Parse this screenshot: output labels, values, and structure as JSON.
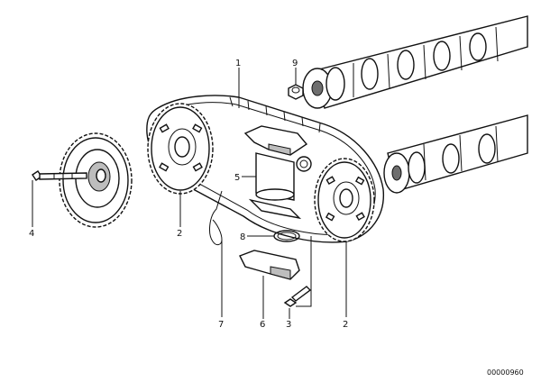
{
  "diagram": {
    "callouts": [
      {
        "id": "c1",
        "text": "1"
      },
      {
        "id": "c9",
        "text": "9"
      },
      {
        "id": "c5",
        "text": "5"
      },
      {
        "id": "c4",
        "text": "4"
      },
      {
        "id": "c2a",
        "text": "2"
      },
      {
        "id": "c8",
        "text": "8"
      },
      {
        "id": "c7",
        "text": "7"
      },
      {
        "id": "c6",
        "text": "6"
      },
      {
        "id": "c3",
        "text": "3"
      },
      {
        "id": "c2b",
        "text": "2"
      }
    ],
    "reference_number": "00000960"
  }
}
